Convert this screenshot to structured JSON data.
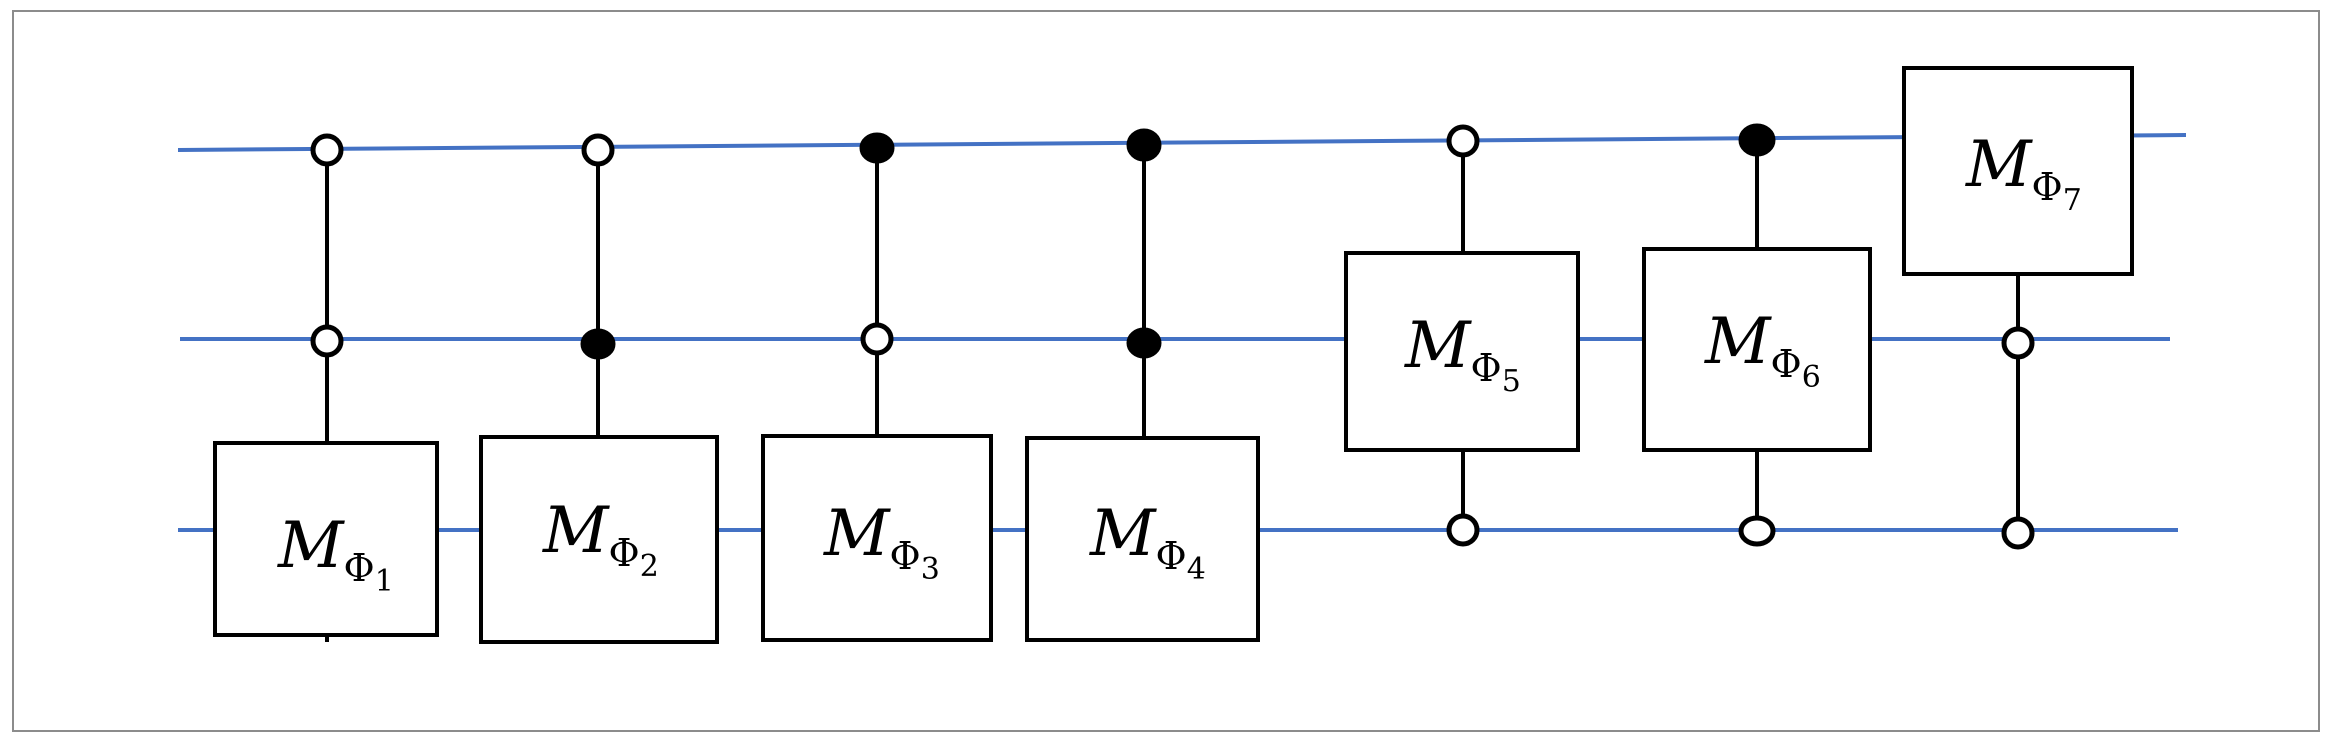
{
  "diagram": {
    "wire_color": "#4472c4",
    "gates": [
      {
        "id": 1,
        "letter": "M",
        "phi": "Φ",
        "sub": "1",
        "controls": [
          "open",
          "open"
        ]
      },
      {
        "id": 2,
        "letter": "M",
        "phi": "Φ",
        "sub": "2",
        "controls": [
          "open",
          "filled"
        ]
      },
      {
        "id": 3,
        "letter": "M",
        "phi": "Φ",
        "sub": "3",
        "controls": [
          "filled",
          "open"
        ]
      },
      {
        "id": 4,
        "letter": "M",
        "phi": "Φ",
        "sub": "4",
        "controls": [
          "filled",
          "filled"
        ]
      },
      {
        "id": 5,
        "letter": "M",
        "phi": "Φ",
        "sub": "5",
        "controls": [
          "open",
          "open"
        ]
      },
      {
        "id": 6,
        "letter": "M",
        "phi": "Φ",
        "sub": "6",
        "controls": [
          "filled",
          "open"
        ]
      },
      {
        "id": 7,
        "letter": "M",
        "phi": "Φ",
        "sub": "7",
        "controls": [
          "open",
          "open"
        ]
      }
    ]
  }
}
